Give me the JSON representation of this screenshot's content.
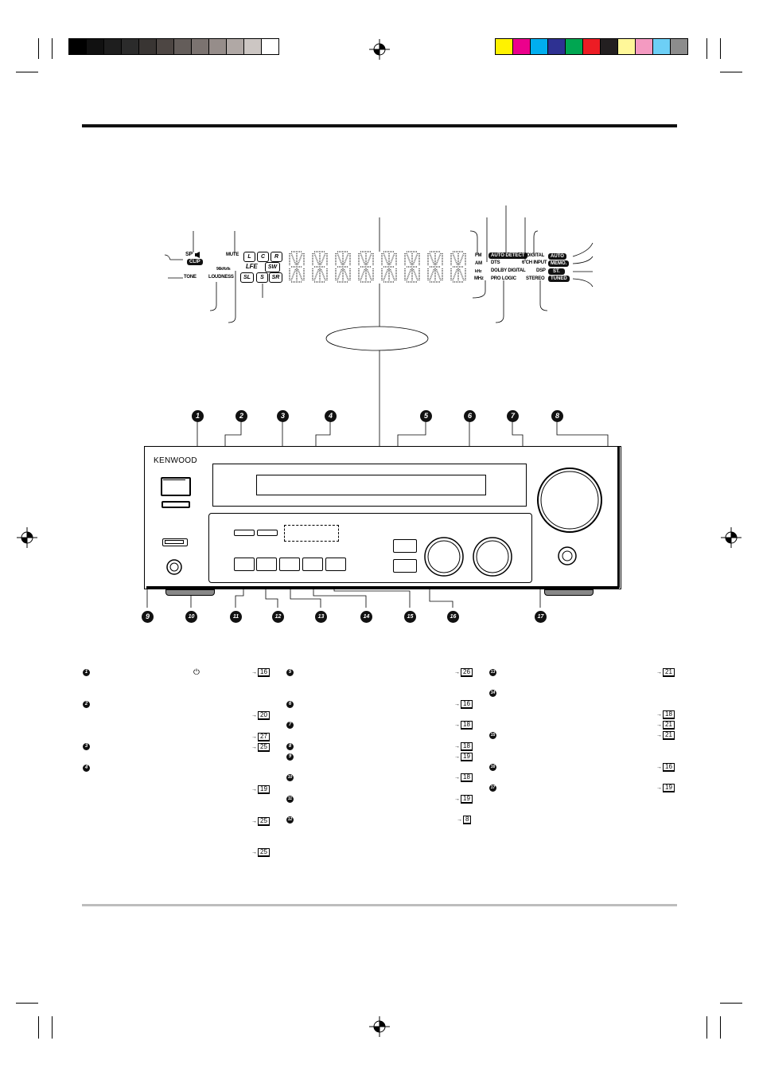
{
  "brand": "KENWOOD",
  "display_indicators": {
    "sp": "SP",
    "clip": "CLIP",
    "mute": "MUTE",
    "tone": "TONE",
    "loudness": "LOUDNESS",
    "freq": "96kHzfs",
    "lfe": "LFE",
    "channels": [
      "L",
      "C",
      "R",
      "SW",
      "SL",
      "S",
      "SR"
    ],
    "fm": "FM",
    "am": "AM",
    "khz": "kHz",
    "mhz": "MHz",
    "auto_detect": "AUTO DETECT",
    "dts": "DTS",
    "dolby_digital": "DOLBY DIGITAL",
    "pro_logic": "PRO LOGIC",
    "digital": "DIGITAL",
    "six_ch_input": "6 CH INPUT",
    "dsp": "DSP",
    "stereo": "STEREO",
    "auto": "AUTO",
    "memo": "MEMO.",
    "st": "ST.",
    "tuned": "TUNED"
  },
  "callouts": [
    "1",
    "2",
    "3",
    "4",
    "5",
    "6",
    "7",
    "8",
    "9",
    "10",
    "11",
    "12",
    "13",
    "14",
    "15",
    "16",
    "17"
  ],
  "references": {
    "col1": [
      {
        "num": "1",
        "symbol": "⏻",
        "pages": [
          "16"
        ]
      },
      {
        "num": "2",
        "pages": [
          "20",
          "27"
        ]
      },
      {
        "num": "3",
        "pages": [
          "25"
        ]
      },
      {
        "num": "4",
        "pages": [
          "19",
          "25",
          "25"
        ]
      }
    ],
    "col2": [
      {
        "num": "5",
        "pages": [
          "26"
        ]
      },
      {
        "num": "6",
        "pages": [
          "16"
        ]
      },
      {
        "num": "7",
        "pages": [
          "18"
        ]
      },
      {
        "num": "8",
        "pages": [
          "18"
        ]
      },
      {
        "num": "9",
        "pages": [
          "19"
        ]
      },
      {
        "num": "10",
        "pages": [
          "18"
        ]
      },
      {
        "num": "11",
        "pages": [
          "19"
        ]
      },
      {
        "num": "12",
        "pages": [
          "8"
        ]
      }
    ],
    "col3": [
      {
        "num": "13",
        "pages": [
          "21"
        ]
      },
      {
        "num": "14",
        "pages": [
          "18",
          "21"
        ]
      },
      {
        "num": "15",
        "pages": [
          "21"
        ]
      },
      {
        "num": "16",
        "pages": [
          "16"
        ]
      },
      {
        "num": "17",
        "pages": [
          "19"
        ]
      }
    ]
  },
  "arrow_symbol": "→",
  "colors": {
    "grayscale_bar": [
      "#000000",
      "#111111",
      "#1e1e1e",
      "#2b2b2b",
      "#393533",
      "#4d4643",
      "#645d5a",
      "#7b7370",
      "#968d8a",
      "#b0a8a5",
      "#ccc6c3",
      "#ffffff"
    ],
    "color_bar": [
      "#fff200",
      "#ec008c",
      "#00aeef",
      "#2e3192",
      "#00a651",
      "#ed1c24",
      "#231f20",
      "#fff799",
      "#f49ac1",
      "#6dcff6",
      "#8c8c8c"
    ]
  }
}
